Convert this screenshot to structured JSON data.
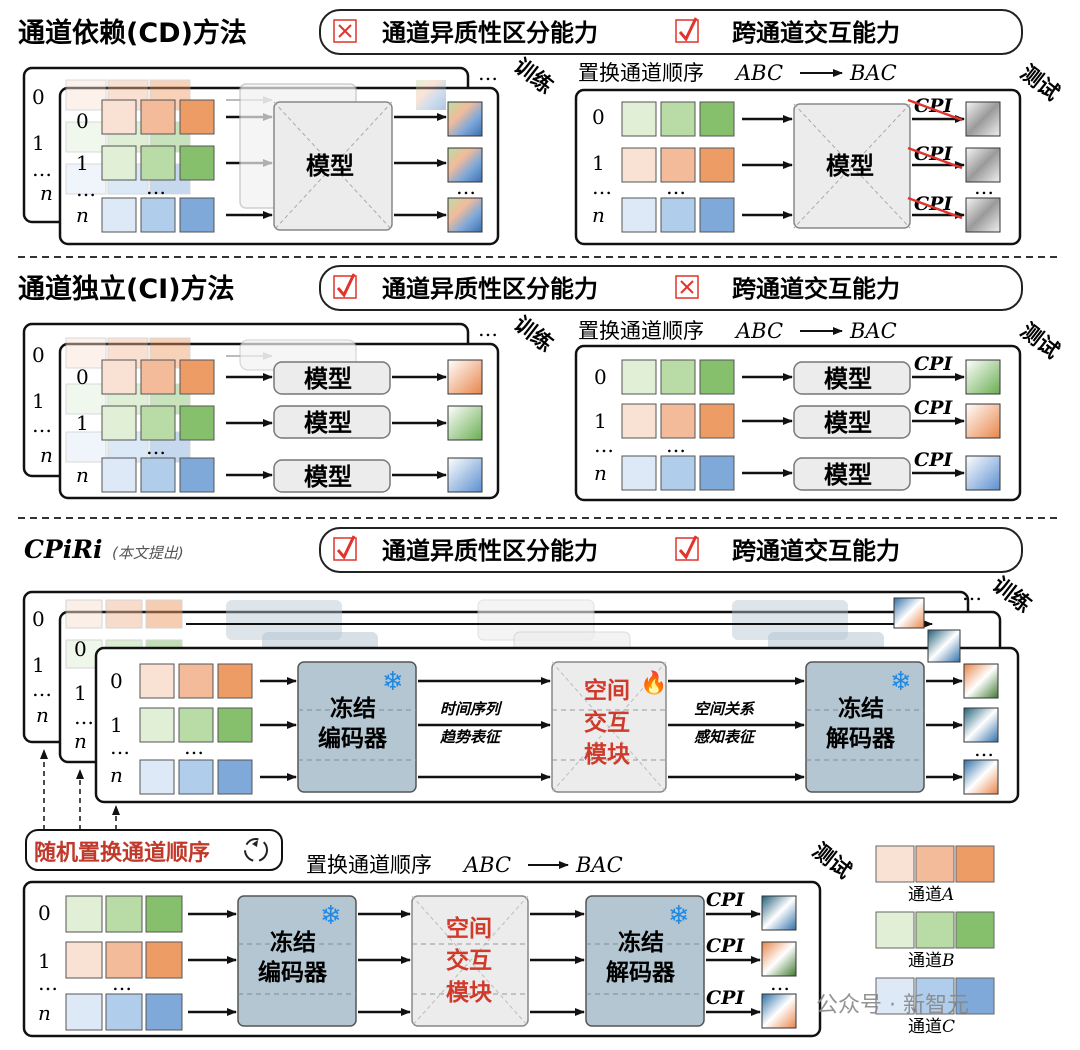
{
  "section_cd": {
    "title": "通道依赖(CD)方法",
    "flag_1": "通道异质性区分能力",
    "flag_2": "跨通道交互能力",
    "train": "训练",
    "test": "测试",
    "permute": "置换通道顺序",
    "from": "ABC",
    "to": "BAC",
    "model": "模型",
    "cpi": "CPI",
    "flag_1_status": "cross",
    "flag_2_status": "check"
  },
  "section_ci": {
    "title": "通道独立(CI)方法",
    "flag_1": "通道异质性区分能力",
    "flag_2": "跨通道交互能力",
    "train": "训练",
    "test": "测试",
    "permute": "置换通道顺序",
    "from": "ABC",
    "to": "BAC",
    "model": "模型",
    "cpi": "CPI",
    "flag_1_status": "check",
    "flag_2_status": "cross"
  },
  "section_cpiri": {
    "title": "CPiRi",
    "subtitle": "(本文提出)",
    "flag_1": "通道异质性区分能力",
    "flag_2": "跨通道交互能力",
    "train": "训练",
    "test": "测试",
    "encoder": [
      "冻结",
      "编码器"
    ],
    "spatial": [
      "空间",
      "交互",
      "模块"
    ],
    "decoder": [
      "冻结",
      "解码器"
    ],
    "trend_rep": [
      "时间序列",
      "趋势表征"
    ],
    "spatial_rep": [
      "空间关系",
      "感知表征"
    ],
    "random_permute": "随机置换通道顺序",
    "permute": "置换通道顺序",
    "from": "ABC",
    "to": "BAC",
    "cpi": "CPI",
    "flag_1_status": "check",
    "flag_2_status": "check"
  },
  "row_labels": [
    "0",
    "1",
    "…",
    "n"
  ],
  "dots": "…",
  "legend": [
    {
      "prefix": "通道",
      "letter": "A",
      "colors": [
        "#f9e1d3",
        "#f3bb99",
        "#ee9c66"
      ]
    },
    {
      "prefix": "通道",
      "letter": "B",
      "colors": [
        "#e0efd6",
        "#b9dca6",
        "#86c06c"
      ]
    },
    {
      "prefix": "通道",
      "letter": "C",
      "colors": [
        "#dde9f6",
        "#b0cdeb",
        "#7fa9d9"
      ]
    }
  ],
  "watermark": "公众号 · 新智元",
  "colors": {
    "orange": [
      "#f9e1d3",
      "#f3bb99",
      "#ee9c66"
    ],
    "green": [
      "#e0efd6",
      "#b9dca6",
      "#86c06c"
    ],
    "blue": [
      "#dde9f6",
      "#b0cdeb",
      "#7fa9d9"
    ],
    "module_dark": "#b4c6d1",
    "module_light": "#ececec",
    "accent_red": "#e0342c"
  }
}
